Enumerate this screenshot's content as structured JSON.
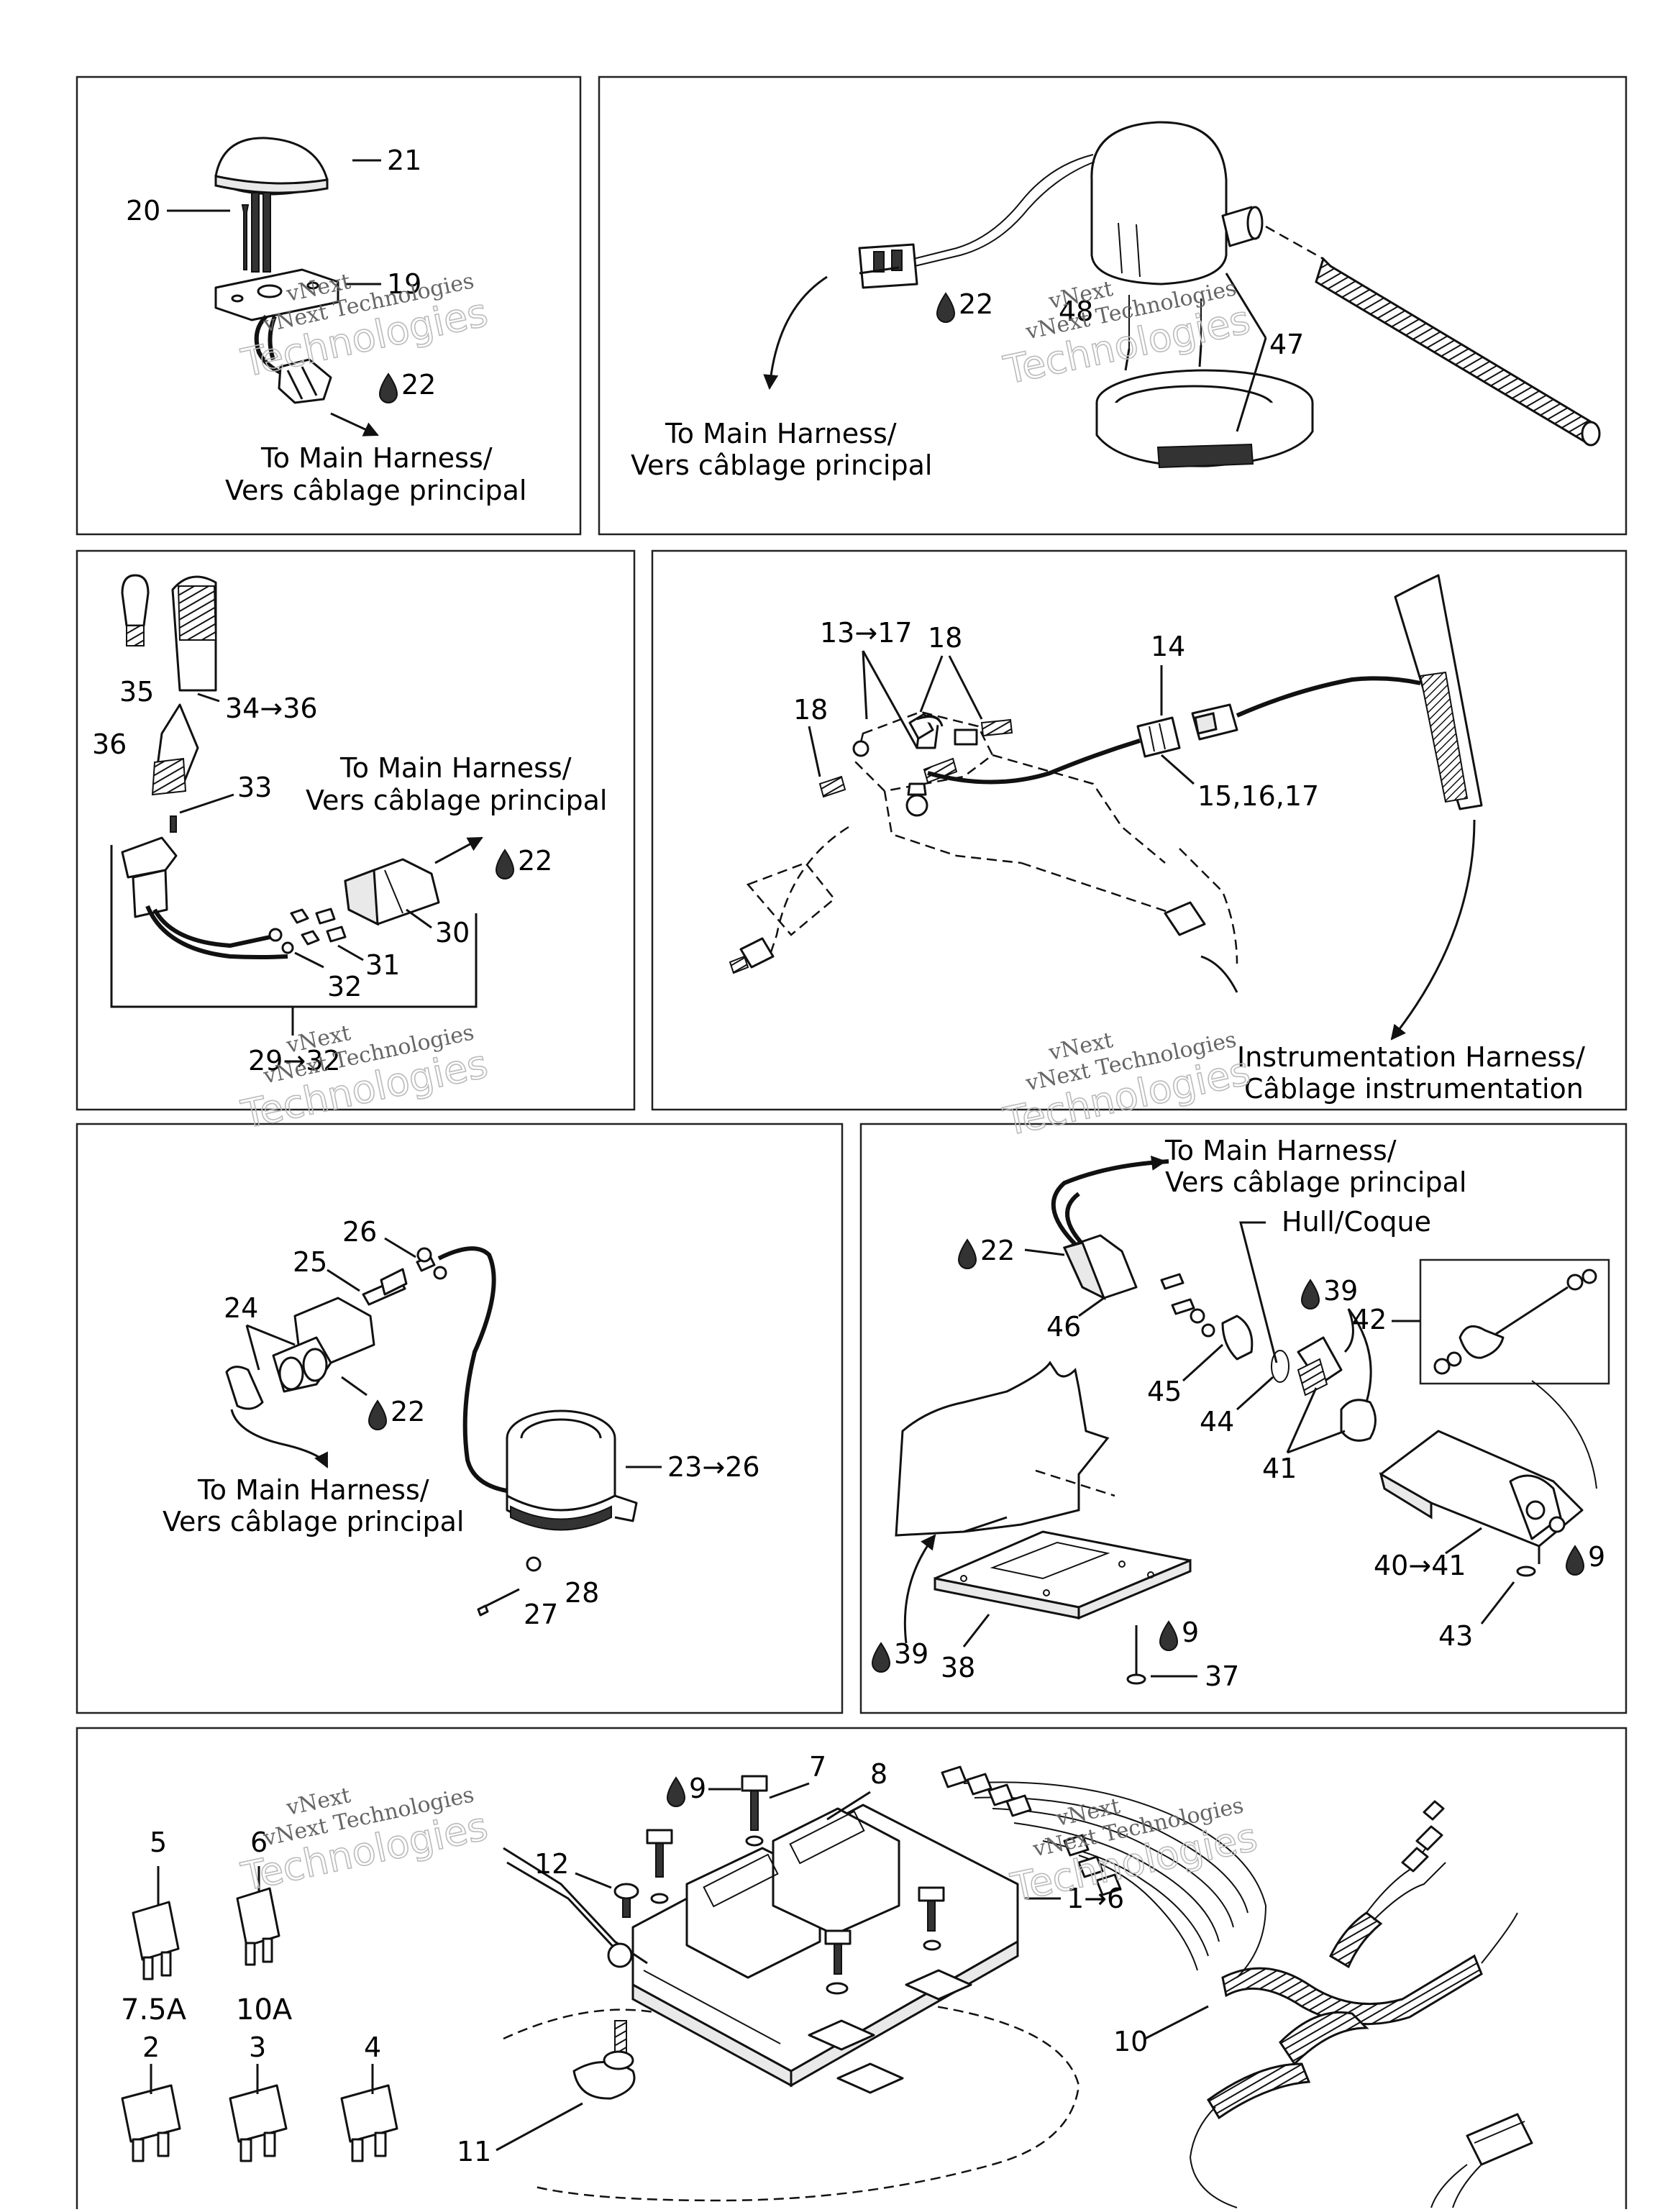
{
  "harness_caption": {
    "line1": "To Main Harness/",
    "line2": "Vers câblage principal"
  },
  "instrumentation_caption": {
    "line1": "Instrumentation Harness/",
    "line2": "Câblage instrumentation"
  },
  "hull_label": "Hull/Coque",
  "panels": {
    "courtesy_light": {
      "labels": [
        "21",
        "20",
        "19",
        "22"
      ]
    },
    "bilge_pump": {
      "labels": [
        "22",
        "48",
        "47"
      ]
    },
    "switch": {
      "labels": [
        "35",
        "34→36",
        "36",
        "33",
        "30",
        "31",
        "32",
        "22",
        "29→32"
      ]
    },
    "sensor": {
      "labels": [
        "13→17",
        "18",
        "18",
        "14",
        "15,16,17"
      ]
    },
    "blower": {
      "labels": [
        "26",
        "25",
        "24",
        "22",
        "23→26",
        "27",
        "28"
      ]
    },
    "transducer": {
      "labels": [
        "22",
        "46",
        "45",
        "44",
        "39",
        "42",
        "41",
        "40→41",
        "9",
        "43",
        "39",
        "38",
        "9",
        "37"
      ]
    },
    "fuse_box": {
      "labels": [
        "5",
        "6",
        "2",
        "3",
        "4",
        "9",
        "7",
        "8",
        "12",
        "1→6",
        "10",
        "11"
      ],
      "fuse_ratings": [
        "7.5A",
        "10A"
      ]
    }
  },
  "watermark": {
    "brand": "vNext",
    "line": "vNext Technologies",
    "word": "Technologies"
  },
  "icon_names": [
    "drop-icon",
    "arrow-icon"
  ]
}
